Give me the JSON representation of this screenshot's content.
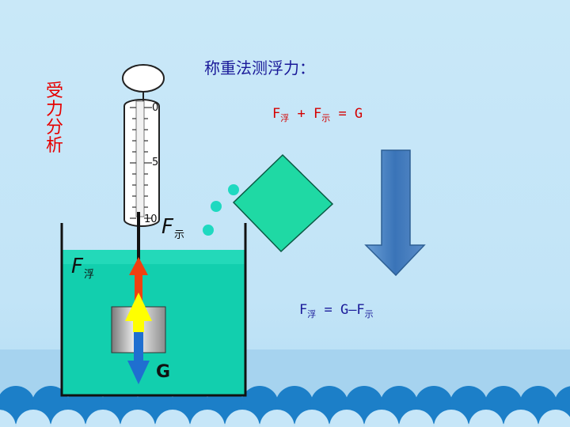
{
  "title": "称重法测浮力：",
  "side_label": "受力分析",
  "equation_sum": {
    "f1": "F",
    "f1_sub": "浮",
    "op1": " + ",
    "f2": "F",
    "f2_sub": "示",
    "rest": " = G"
  },
  "equation_diff": {
    "f1": "F",
    "f1_sub": "浮",
    "mid": " = G—F",
    "f2_sub": "示"
  },
  "labels": {
    "f_show": "F",
    "f_show_sub": "示",
    "f_buoy": "F",
    "f_buoy_sub": "浮",
    "gravity": "G"
  },
  "scale_ticks": [
    "0",
    "5",
    "10"
  ],
  "colors": {
    "title": "#1a1a99",
    "red_text": "#e60000",
    "water": "#12cfae",
    "arrow_up_red": "#f04010",
    "arrow_up_yellow": "#ffff00",
    "arrow_down_blue": "#1f6fd0",
    "big_arrow": "#4a82c2",
    "diamond": "#1fd9a4"
  }
}
